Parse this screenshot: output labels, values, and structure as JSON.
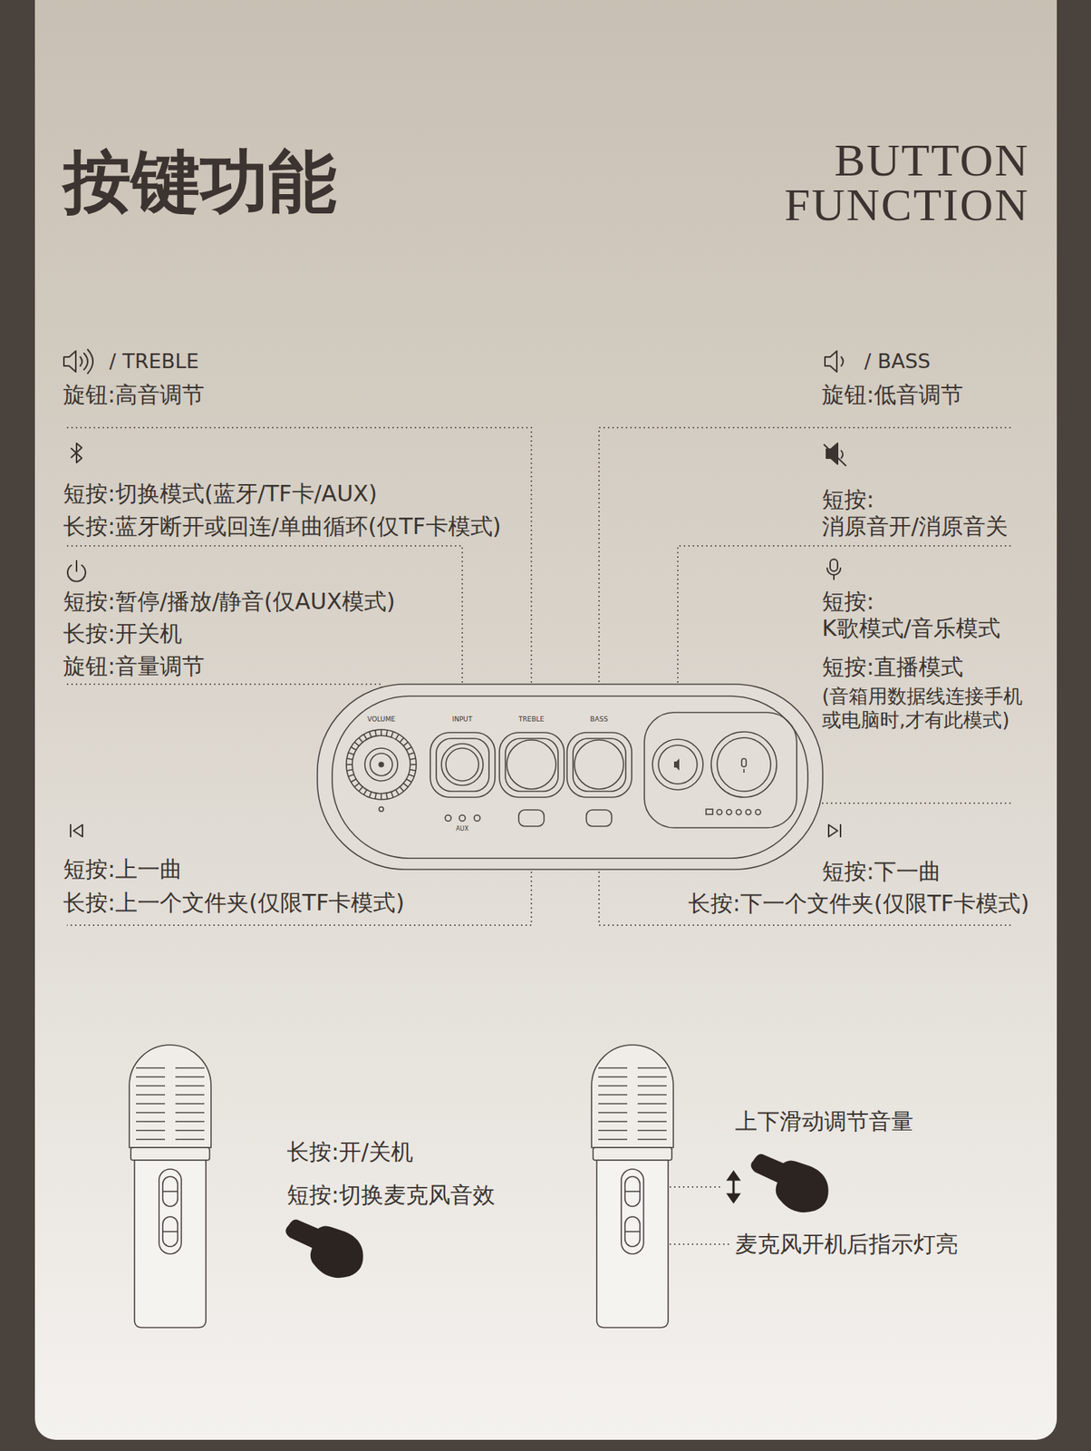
{
  "diagram": {
    "title": "按键功能",
    "labels": [
      "BUTTON FUNCTION",
      "/ TREBLE",
      "旋钮:高音调节",
      "短按:切换模式(蓝牙/TF卡/AUX)",
      "长按:蓝牙断开或回连/单曲循环(仅TF卡模式)",
      "短按:暂停/播放/静音(仅AUX模式)",
      "长按:开关机",
      "旋钮:音量调节",
      "/ BASS",
      "旋钮:低音调节",
      "短按:",
      "消原音开/消原音关",
      "短按:",
      "K歌模式/音乐模式",
      "短按:直播模式",
      "(音箱用数据线连接手机或电脑时,才有此模式)",
      "VOLUME",
      "INPUT",
      "TREBLE",
      "BASS",
      "AUX",
      "短按:上一曲",
      "长按:上一个文件夹(仅限TF卡模式)",
      "短按:下一曲",
      "长按:下一个文件夹(仅限TF卡模式)",
      "长按:开/关机",
      "短按:切换麦克风音效",
      "上下滑动调节音量",
      "麦克风开机后指示灯亮"
    ]
  }
}
